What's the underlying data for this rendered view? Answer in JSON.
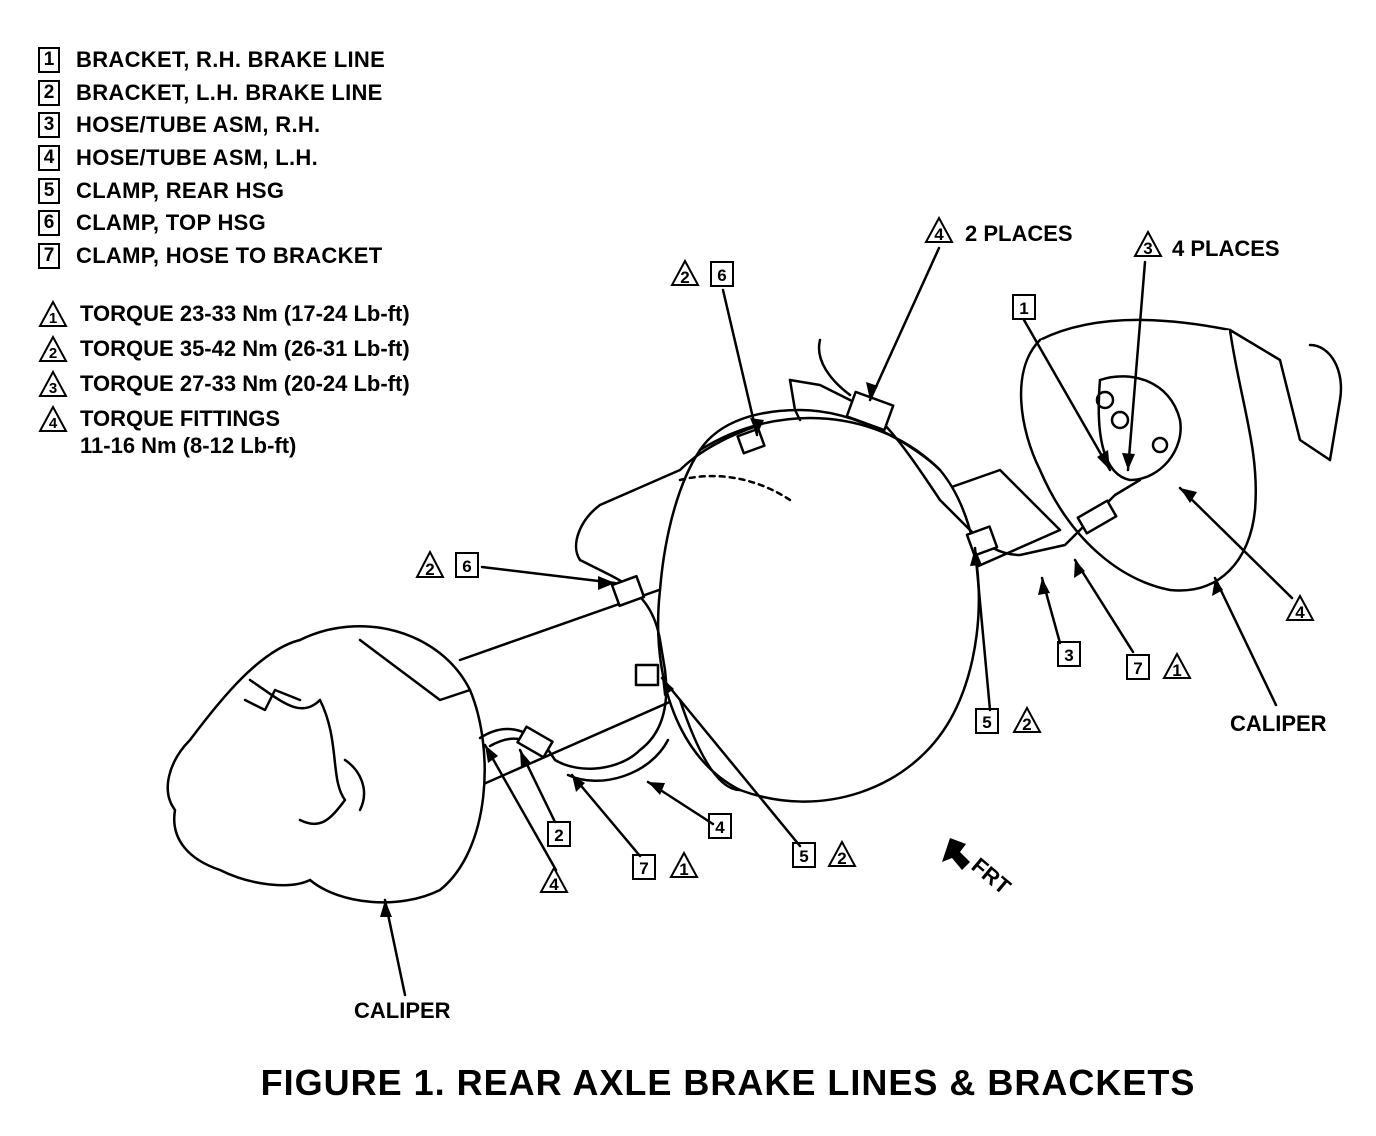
{
  "legend": [
    {
      "num": "1",
      "text": "BRACKET, R.H. BRAKE LINE"
    },
    {
      "num": "2",
      "text": "BRACKET, L.H. BRAKE LINE"
    },
    {
      "num": "3",
      "text": "HOSE/TUBE ASM, R.H."
    },
    {
      "num": "4",
      "text": "HOSE/TUBE ASM, L.H."
    },
    {
      "num": "5",
      "text": "CLAMP, REAR HSG"
    },
    {
      "num": "6",
      "text": "CLAMP, TOP HSG"
    },
    {
      "num": "7",
      "text": "CLAMP, HOSE TO BRACKET"
    }
  ],
  "torque": [
    {
      "num": "1",
      "text": "TORQUE 23-33 Nm (17-24 Lb-ft)"
    },
    {
      "num": "2",
      "text": "TORQUE 35-42 Nm (26-31 Lb-ft)"
    },
    {
      "num": "3",
      "text": "TORQUE 27-33 Nm (20-24 Lb-ft)"
    },
    {
      "num": "4",
      "text": "TORQUE FITTINGS"
    }
  ],
  "torque_sub": "11-16 Nm (8-12 Lb-ft)",
  "callouts": {
    "two_places": "2 PLACES",
    "four_places": "4 PLACES",
    "caliper_right": "CALIPER",
    "caliper_left": "CALIPER",
    "frt": "FRT"
  },
  "caption": "FIGURE 1. REAR AXLE BRAKE LINES & BRACKETS"
}
